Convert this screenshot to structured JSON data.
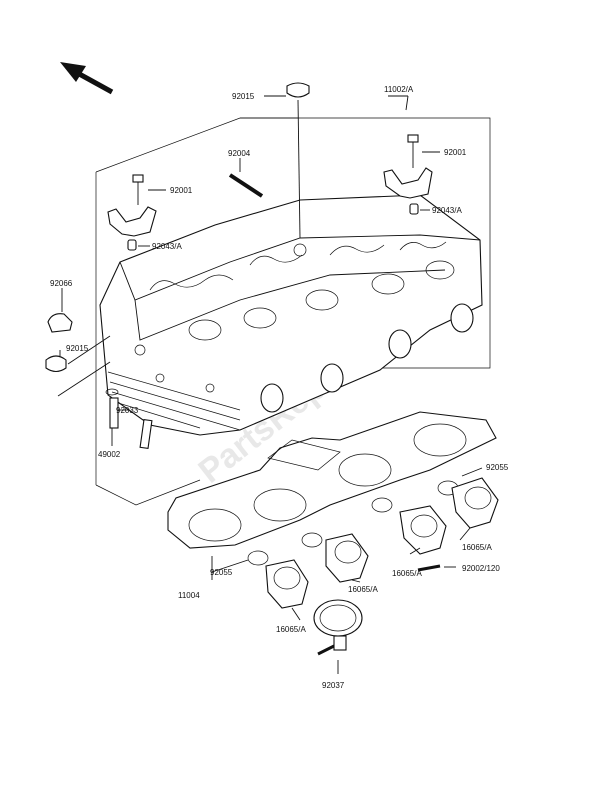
{
  "labels": {
    "p92015_top": "92015",
    "p11002": "11002/A",
    "p92004": "92004",
    "p92001_right": "92001",
    "p92001_left": "92001",
    "p92043_right": "92043/A",
    "p92043_left": "92043/A",
    "p92066": "92066",
    "p92015_left": "92015",
    "p92033": "92033",
    "p49002": "49002",
    "p92055_right": "92055",
    "p16065_a1": "16065/A",
    "p16065_a2": "16065/A",
    "p92002": "92002/120",
    "p92055_left": "92055",
    "p11004": "11004",
    "p16065_a3": "16065/A",
    "p16065_a4": "16065/A",
    "p92037": "92037"
  },
  "watermark": "PartsRepublik",
  "icons": {
    "orientation_arrow": "arrow-up-left-icon"
  }
}
